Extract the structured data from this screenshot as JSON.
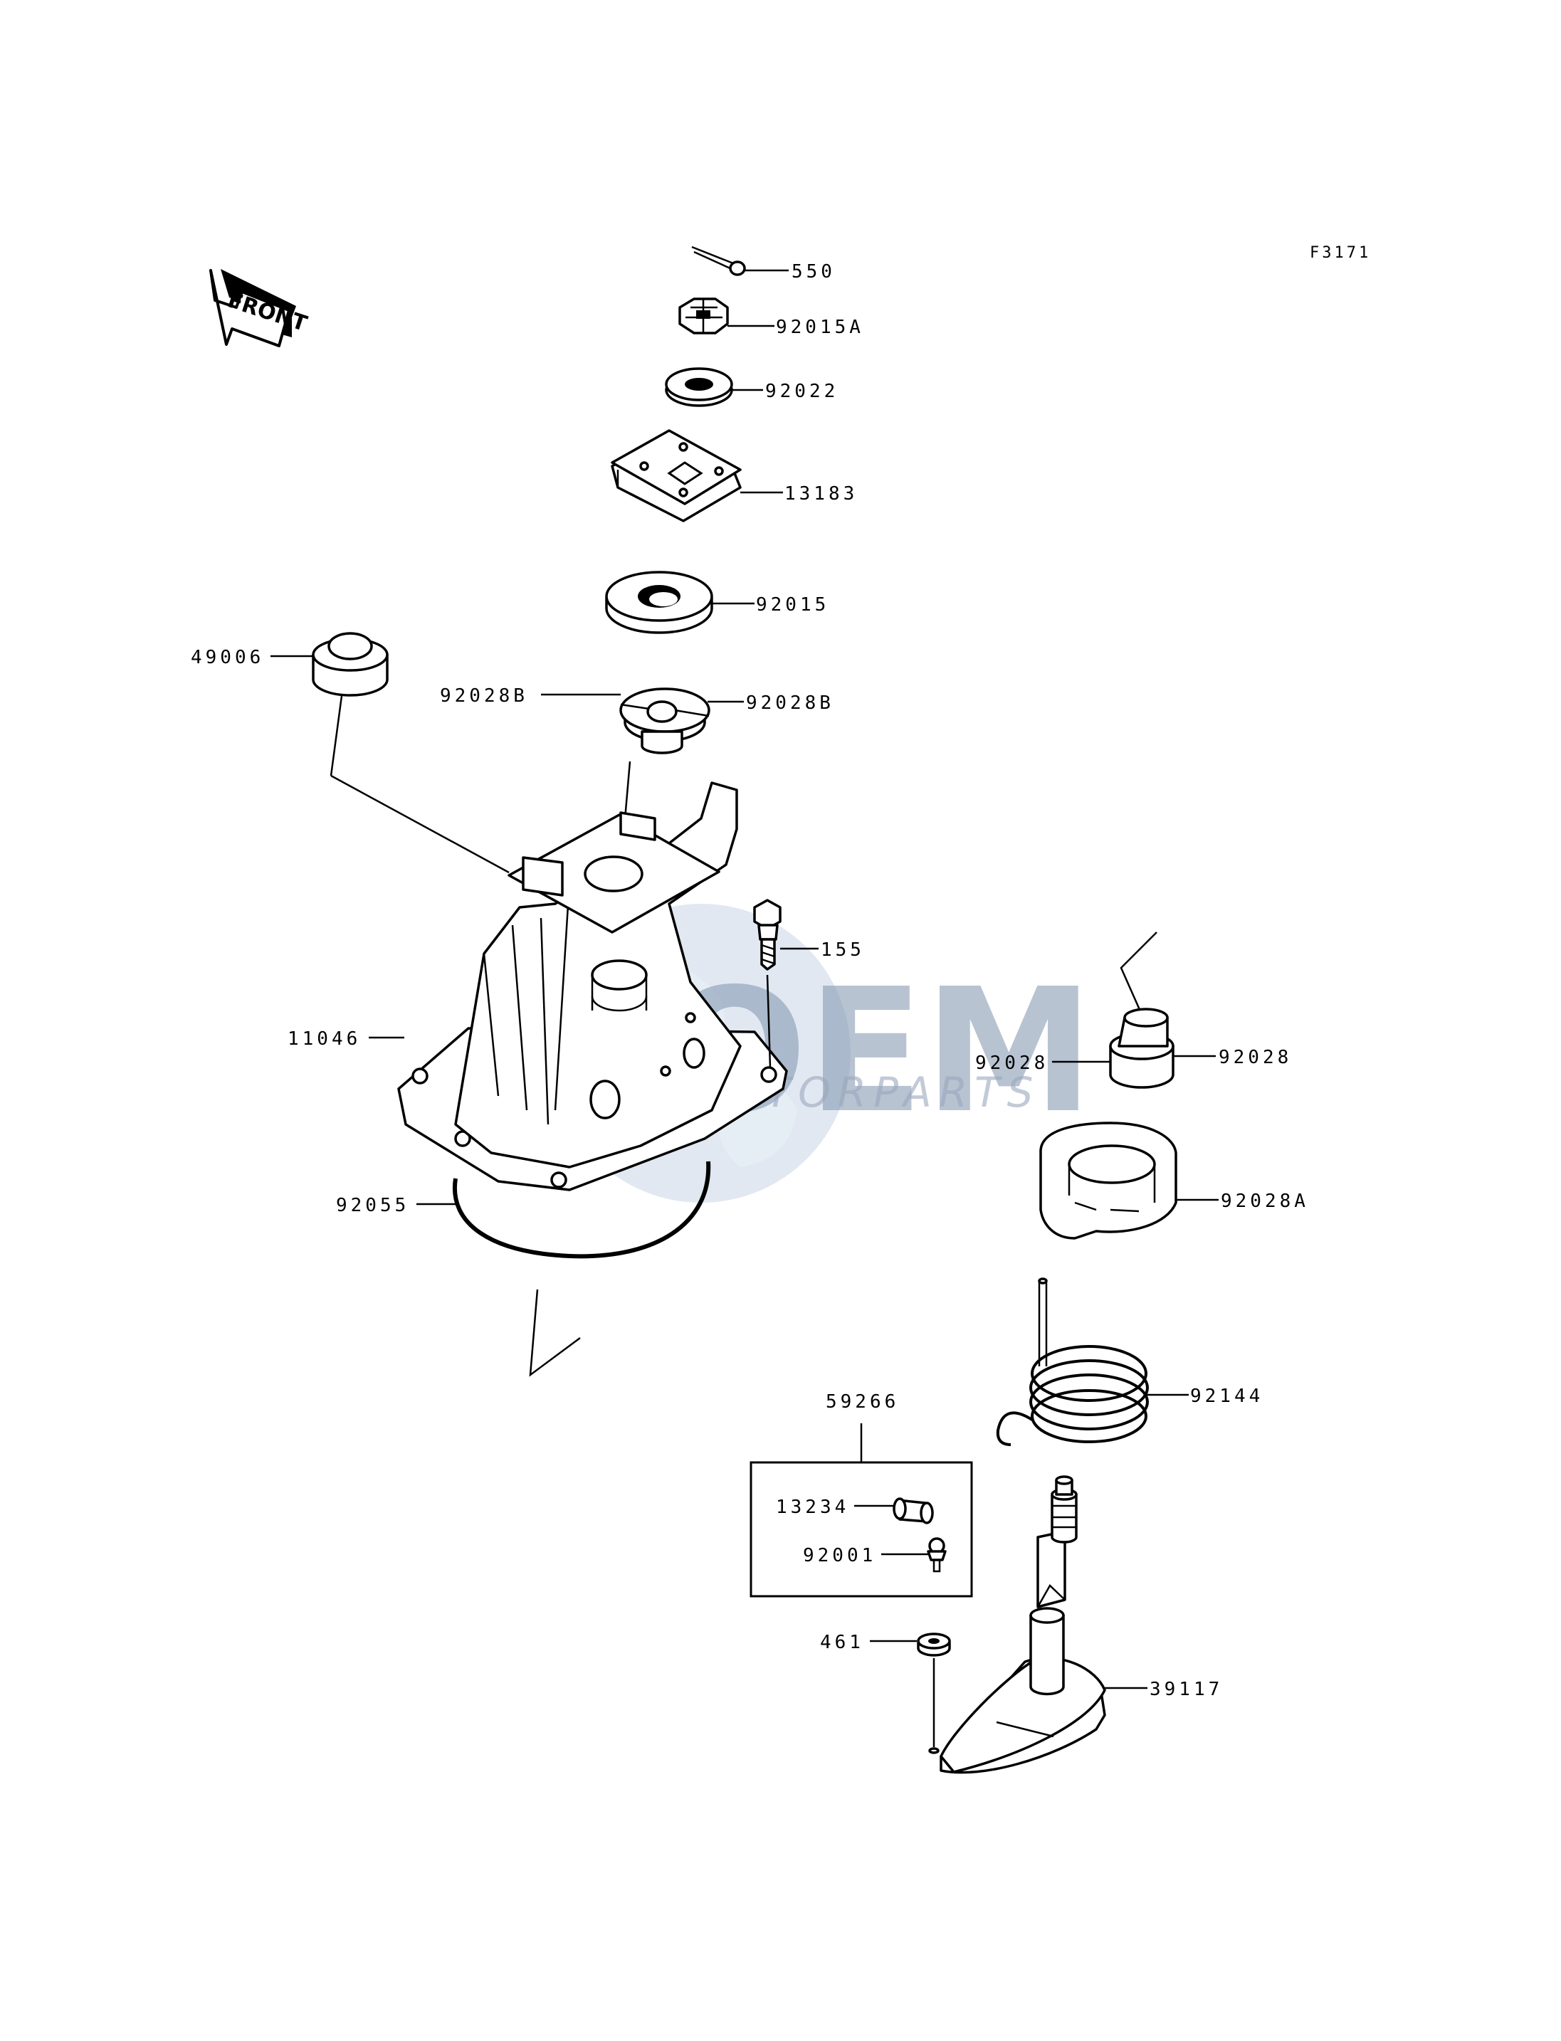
{
  "figure_code": "F3171",
  "front_label": "FRONT",
  "watermark": {
    "brand": "OEM",
    "tagline": "MOTORPARTS",
    "color": "#7f93ae"
  },
  "labels": {
    "p550": "550",
    "p92015A": "92015A",
    "p92022": "92022",
    "p13183": "13183",
    "p92015": "92015",
    "p49006": "49006",
    "p92028B_left": "92028B",
    "p92028B_right": "92028B",
    "p155": "155",
    "p11046": "11046",
    "p92028_left": "92028",
    "p92028_right": "92028",
    "p92055": "92055",
    "p92028A": "92028A",
    "p92144": "92144",
    "p59266": "59266",
    "p13234": "13234",
    "p92001": "92001",
    "p461": "461",
    "p39117": "39117"
  }
}
